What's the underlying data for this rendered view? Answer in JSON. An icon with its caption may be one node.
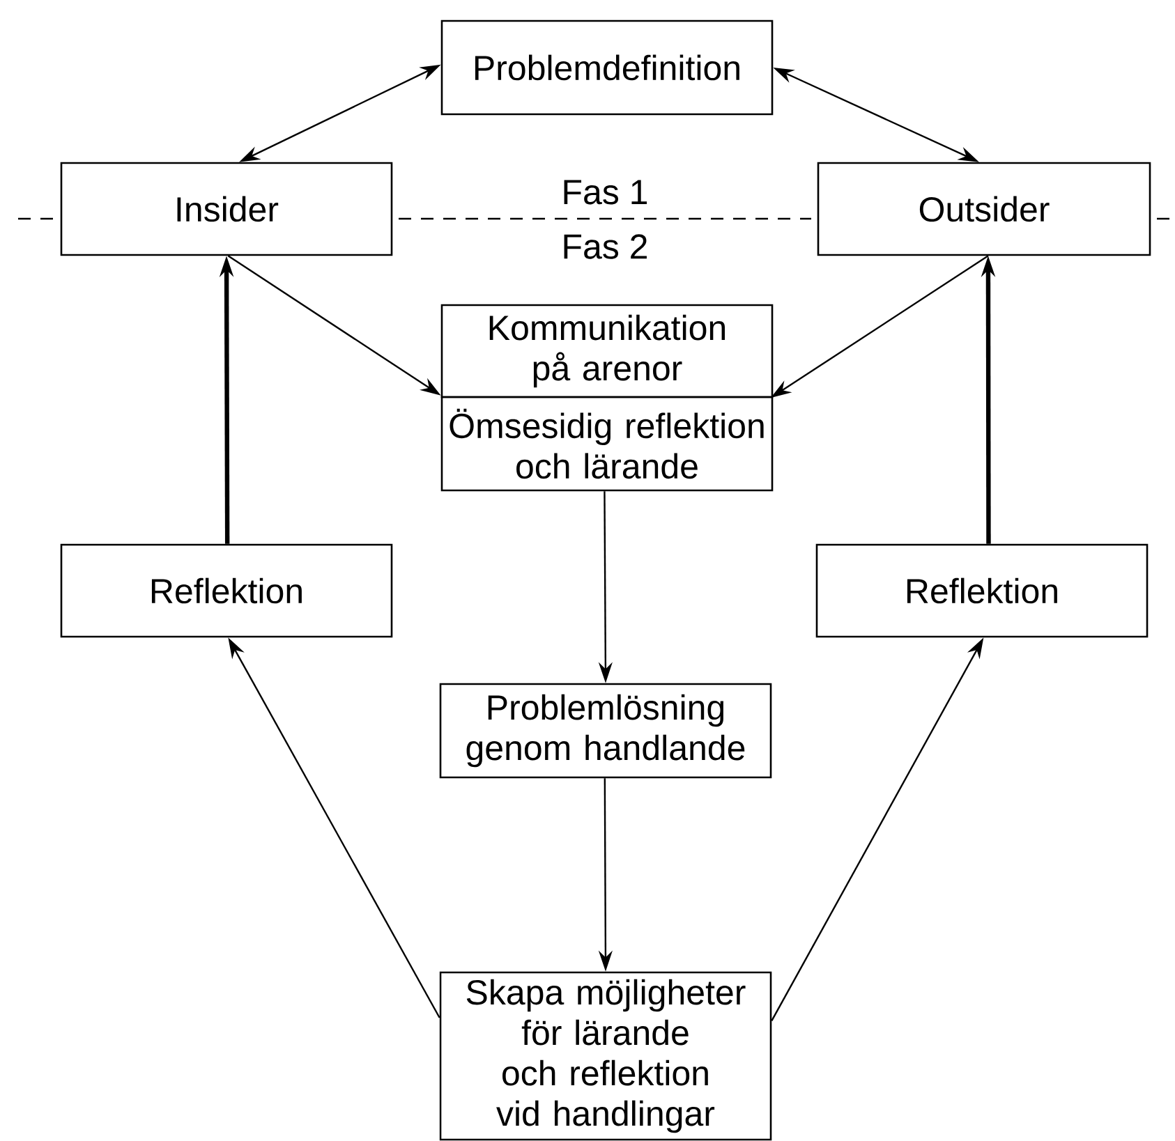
{
  "diagram": {
    "nodes": [
      {
        "text": [
          "Problemdefinition"
        ]
      },
      {
        "text": [
          "Insider"
        ]
      },
      {
        "text": [
          "Outsider"
        ]
      },
      {
        "text": [
          "Kommunikation på arenor"
        ]
      },
      {
        "text": [
          "Ömsesidig reflektion och lärande"
        ]
      },
      {
        "text": [
          "Reflektion"
        ]
      },
      {
        "text": [
          "Reflektion"
        ]
      },
      {
        "text": [
          "Problemlösning genom handlande"
        ]
      },
      {
        "text": [
          "Skapa möjligheter för lärande och reflektion vid handlingar"
        ]
      }
    ],
    "edges": [
      {
        "from": 0,
        "to": 1,
        "arrow": "both"
      },
      {
        "from": 0,
        "to": 2,
        "arrow": "both"
      },
      {
        "from": 1,
        "to": 3,
        "arrow": "to"
      },
      {
        "from": 2,
        "to": 3,
        "arrow": "to"
      },
      {
        "from": 4,
        "to": 7,
        "arrow": "to"
      },
      {
        "from": 7,
        "to": 8,
        "arrow": "to"
      },
      {
        "from": 5,
        "to": 1,
        "arrow": "to",
        "style": "thick"
      },
      {
        "from": 6,
        "to": 2,
        "arrow": "to",
        "style": "thick"
      },
      {
        "from": 8,
        "to": 5,
        "arrow": "to"
      },
      {
        "from": 8,
        "to": 6,
        "arrow": "to"
      }
    ],
    "labels": [
      "Fas 1",
      "Fas 2"
    ]
  }
}
